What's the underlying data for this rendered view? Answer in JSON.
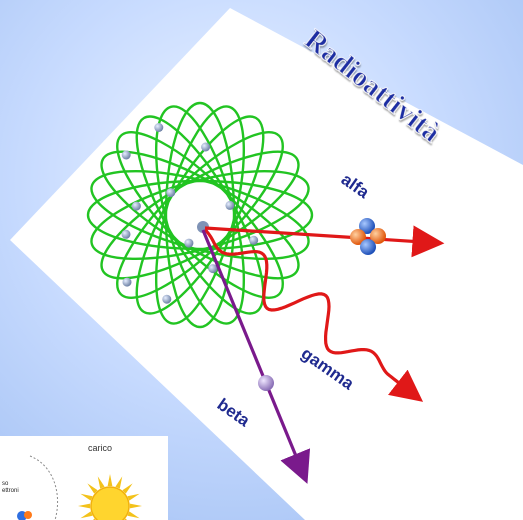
{
  "title": "Radioattività",
  "labels": {
    "alfa": "alfa",
    "gamma": "gamma",
    "beta": "beta"
  },
  "inset": {
    "label_top": "carico",
    "label_small_line1": "so",
    "label_small_line2": "ettroni"
  },
  "colors": {
    "background_outer": "#9fbef2",
    "card": "#ffffff",
    "title_fill": "#1f2fa3",
    "orbit_green": "#22c422",
    "electron": "#8fa2c0",
    "alpha_arrow": "#e01818",
    "gamma_wave": "#e01818",
    "beta_arrow": "#7a1a8c",
    "beta_particle": "#b59ad6",
    "proton": "#ff7a1a",
    "neutron": "#2f6fe0",
    "label_text": "#1f2a8f"
  },
  "icons": {
    "sun": "sun-icon",
    "atom": "atom-icon"
  }
}
